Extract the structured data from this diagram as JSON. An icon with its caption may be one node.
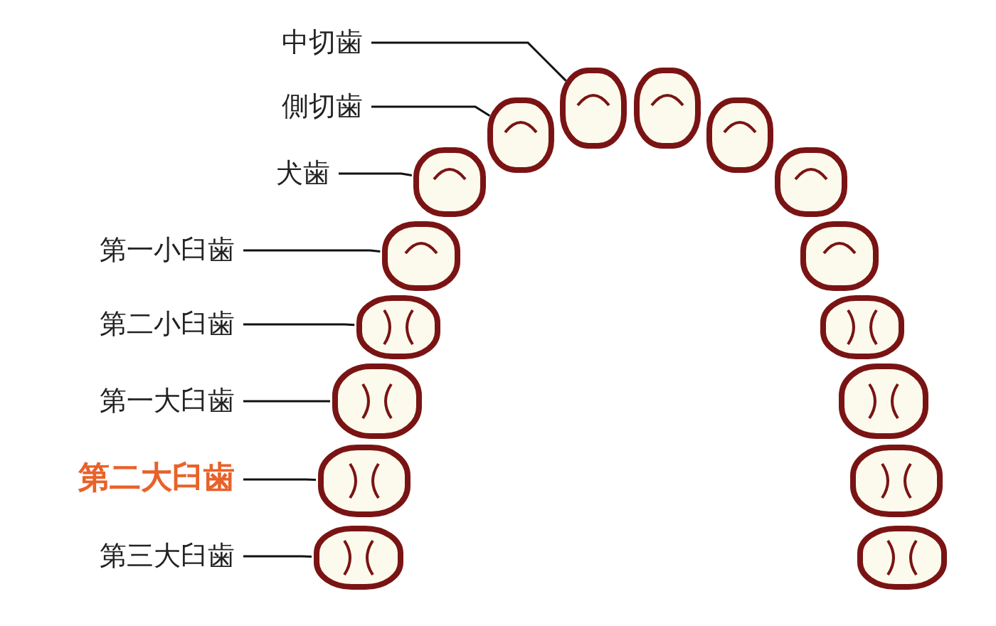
{
  "diagram": {
    "nodes": [
      {
        "text": [
          "中切歯"
        ]
      },
      {
        "text": [
          "側切歯"
        ]
      },
      {
        "text": [
          "犬歯"
        ]
      },
      {
        "text": [
          "第一小臼歯"
        ]
      },
      {
        "text": [
          "第二小臼歯"
        ]
      },
      {
        "text": [
          "第一大臼歯"
        ]
      },
      {
        "text": [
          "第二大臼歯"
        ]
      },
      {
        "text": [
          "第三大臼歯"
        ]
      },
      {
        "text": [],
        "shape": "picture"
      },
      {
        "text": [],
        "shape": "picture"
      },
      {
        "text": [],
        "shape": "picture"
      },
      {
        "text": [],
        "shape": "picture"
      },
      {
        "text": [],
        "shape": "picture"
      },
      {
        "text": [],
        "shape": "picture"
      },
      {
        "text": [],
        "shape": "picture"
      },
      {
        "text": [],
        "shape": "picture"
      }
    ],
    "edges": [
      {
        "from": 0,
        "to": 8,
        "arrow": "none"
      },
      {
        "from": 1,
        "to": 9,
        "arrow": "none"
      },
      {
        "from": 2,
        "to": 10,
        "arrow": "none"
      },
      {
        "from": 3,
        "to": 11,
        "arrow": "none"
      },
      {
        "from": 4,
        "to": 12,
        "arrow": "none"
      },
      {
        "from": 5,
        "to": 13,
        "arrow": "none"
      },
      {
        "from": 6,
        "to": 14,
        "arrow": "none"
      },
      {
        "from": 7,
        "to": 15,
        "arrow": "none"
      }
    ]
  }
}
